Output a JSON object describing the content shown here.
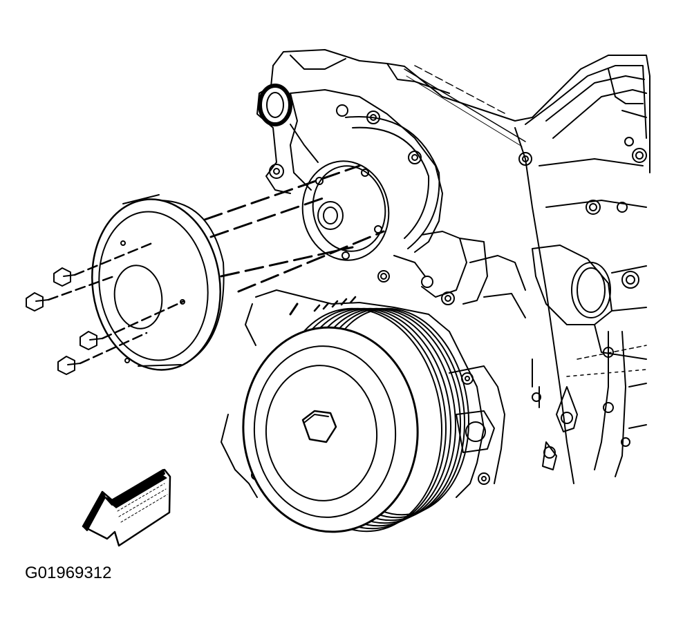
{
  "figure": {
    "id_label": "G01969312"
  },
  "colors": {
    "ink": "#000000",
    "paper": "#ffffff"
  },
  "parts": {
    "water_pump_pulley": "water-pump-pulley",
    "water_pump": "water-pump",
    "crankshaft_balancer": "crankshaft-balancer",
    "engine_block": "engine-block",
    "bolts": [
      "pulley-bolt-1",
      "pulley-bolt-2",
      "pulley-bolt-3",
      "pulley-bolt-4"
    ],
    "direction_arrow": "front-direction-arrow-icon"
  }
}
